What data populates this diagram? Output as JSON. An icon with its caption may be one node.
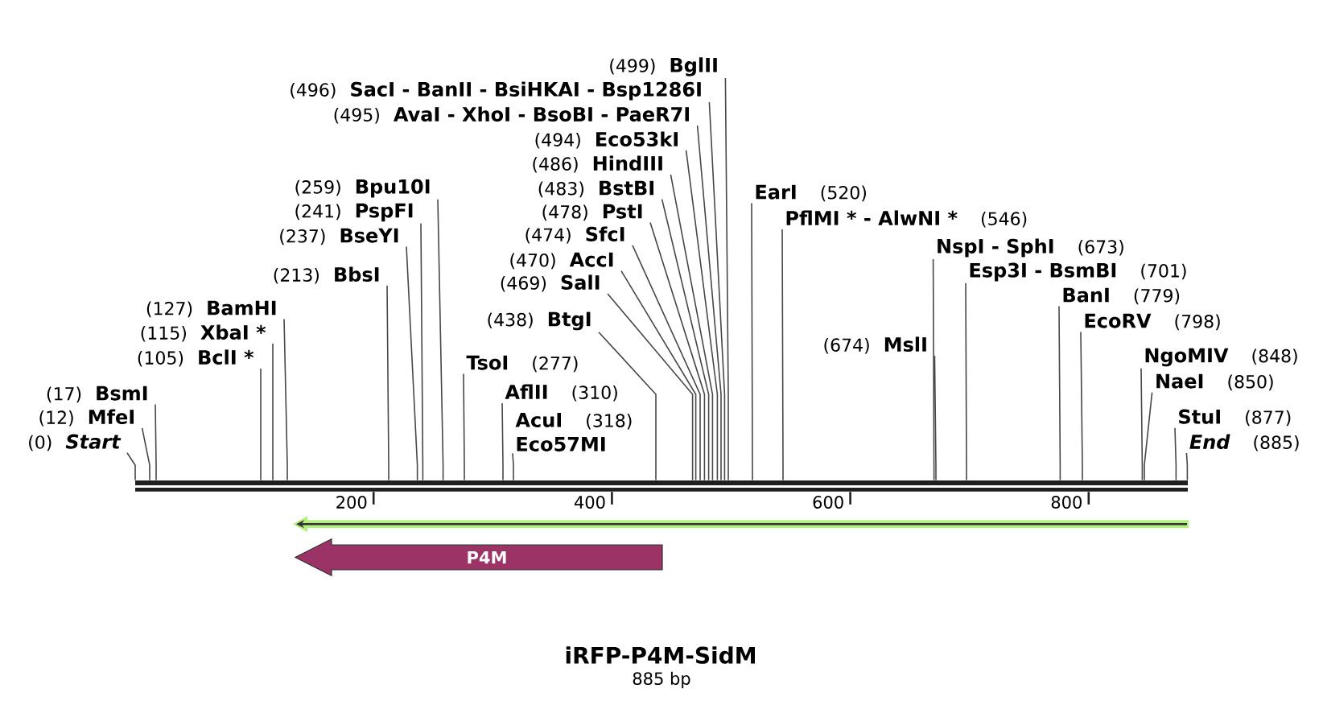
{
  "diagram": {
    "title": "iRFP-P4M-SidM",
    "nodes": [
      {
        "text": [
          "(0)",
          "Start"
        ]
      },
      {
        "text": [
          "(12)",
          "MfeI"
        ]
      },
      {
        "text": [
          "(17)",
          "BsmI"
        ]
      },
      {
        "text": [
          "(105)",
          "BclI *"
        ]
      },
      {
        "text": [
          "(115)",
          "XbaI *"
        ]
      },
      {
        "text": [
          "(127)",
          "BamHI"
        ]
      },
      {
        "text": [
          "(213)",
          "BbsI"
        ]
      },
      {
        "text": [
          "(237)",
          "BseYI"
        ]
      },
      {
        "text": [
          "(241)",
          "PspFI"
        ]
      },
      {
        "text": [
          "(259)",
          "Bpu10I"
        ]
      },
      {
        "text": [
          "TsoI",
          "(277)"
        ]
      },
      {
        "text": [
          "AflII",
          "(310)"
        ]
      },
      {
        "text": [
          "AcuI",
          "(318)",
          "Eco57MI"
        ]
      },
      {
        "text": [
          "(438)",
          "BtgI"
        ]
      },
      {
        "text": [
          "(469)",
          "SalI"
        ]
      },
      {
        "text": [
          "(470)",
          "AccI"
        ]
      },
      {
        "text": [
          "(474)",
          "SfcI"
        ]
      },
      {
        "text": [
          "(478)",
          "PstI"
        ]
      },
      {
        "text": [
          "(483)",
          "BstBI"
        ]
      },
      {
        "text": [
          "(486)",
          "HindIII"
        ]
      },
      {
        "text": [
          "(494)",
          "Eco53kI"
        ]
      },
      {
        "text": [
          "(495)",
          "AvaI - XhoI - BsoBI - PaeR7I"
        ]
      },
      {
        "text": [
          "(496)",
          "SacI - BanII - BsiHKAI - Bsp1286I"
        ]
      },
      {
        "text": [
          "(499)",
          "BglII"
        ]
      },
      {
        "text": [
          "EarI",
          "(520)"
        ]
      },
      {
        "text": [
          "PflMI * - AlwNI *",
          "(546)"
        ]
      },
      {
        "text": [
          "NspI - SphI",
          "(673)"
        ]
      },
      {
        "text": [
          "(674)",
          "MslI"
        ]
      },
      {
        "text": [
          "Esp3I - BsmBI",
          "(701)"
        ]
      },
      {
        "text": [
          "BanI",
          "(779)"
        ]
      },
      {
        "text": [
          "EcoRV",
          "(798)"
        ]
      },
      {
        "text": [
          "NgoMIV",
          "(848)"
        ]
      },
      {
        "text": [
          "NaeI",
          "(850)"
        ]
      },
      {
        "text": [
          "StuI",
          "(877)"
        ]
      },
      {
        "text": [
          "End",
          "(885)"
        ]
      },
      {
        "text": [],
        "shape": "bar"
      },
      {
        "text": [],
        "shape": "arrow"
      },
      {
        "text": [
          "P4M"
        ]
      }
    ],
    "edges": [
      {
        "from": 0,
        "to": 35,
        "arrow": "none"
      },
      {
        "from": 1,
        "to": 35,
        "arrow": "none"
      },
      {
        "from": 2,
        "to": 35,
        "arrow": "none"
      },
      {
        "from": 3,
        "to": 35,
        "arrow": "none"
      },
      {
        "from": 4,
        "to": 35,
        "arrow": "none"
      },
      {
        "from": 5,
        "to": 35,
        "arrow": "none"
      },
      {
        "from": 6,
        "to": 35,
        "arrow": "none"
      },
      {
        "from": 7,
        "to": 35,
        "arrow": "none"
      },
      {
        "from": 8,
        "to": 35,
        "arrow": "none"
      },
      {
        "from": 9,
        "to": 35,
        "arrow": "none"
      },
      {
        "from": 10,
        "to": 35,
        "arrow": "none"
      },
      {
        "from": 11,
        "to": 35,
        "arrow": "none"
      },
      {
        "from": 12,
        "to": 35,
        "arrow": "none"
      },
      {
        "from": 13,
        "to": 35,
        "arrow": "none"
      },
      {
        "from": 14,
        "to": 35,
        "arrow": "none"
      },
      {
        "from": 15,
        "to": 35,
        "arrow": "none"
      },
      {
        "from": 16,
        "to": 35,
        "arrow": "none"
      },
      {
        "from": 17,
        "to": 35,
        "arrow": "none"
      },
      {
        "from": 18,
        "to": 35,
        "arrow": "none"
      },
      {
        "from": 19,
        "to": 35,
        "arrow": "none"
      },
      {
        "from": 20,
        "to": 35,
        "arrow": "none"
      },
      {
        "from": 21,
        "to": 35,
        "arrow": "none"
      },
      {
        "from": 22,
        "to": 35,
        "arrow": "none"
      },
      {
        "from": 23,
        "to": 35,
        "arrow": "none"
      },
      {
        "from": 24,
        "to": 35,
        "arrow": "none"
      },
      {
        "from": 25,
        "to": 35,
        "arrow": "none"
      },
      {
        "from": 26,
        "to": 35,
        "arrow": "none"
      },
      {
        "from": 27,
        "to": 35,
        "arrow": "none"
      },
      {
        "from": 28,
        "to": 35,
        "arrow": "none"
      },
      {
        "from": 29,
        "to": 35,
        "arrow": "none"
      },
      {
        "from": 30,
        "to": 35,
        "arrow": "none"
      },
      {
        "from": 31,
        "to": 35,
        "arrow": "none"
      },
      {
        "from": 32,
        "to": 35,
        "arrow": "none"
      },
      {
        "from": 33,
        "to": 35,
        "arrow": "none"
      },
      {
        "from": 34,
        "to": 35,
        "arrow": "none"
      }
    ],
    "labels": [
      "200",
      "400",
      "600",
      "800",
      "885 bp"
    ]
  }
}
